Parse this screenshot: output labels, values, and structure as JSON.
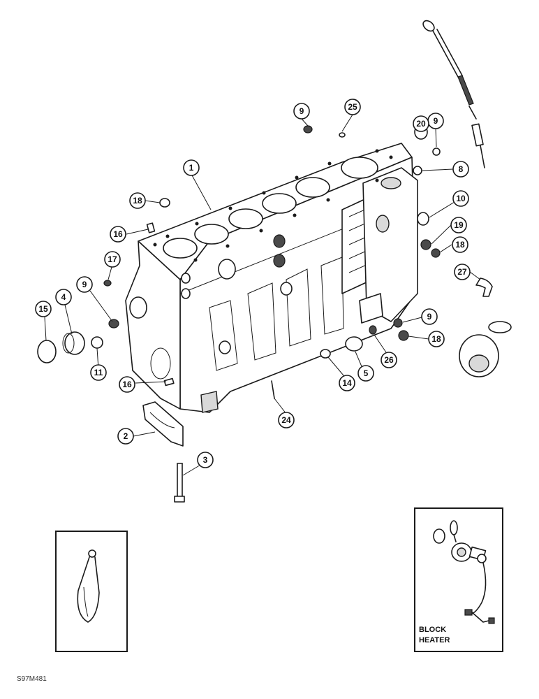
{
  "callouts": [
    {
      "id": "c1",
      "label": "1"
    },
    {
      "id": "c2",
      "label": "2"
    },
    {
      "id": "c3",
      "label": "3"
    },
    {
      "id": "c4",
      "label": "4"
    },
    {
      "id": "c5",
      "label": "5"
    },
    {
      "id": "c8",
      "label": "8"
    },
    {
      "id": "c9a",
      "label": "9"
    },
    {
      "id": "c9b",
      "label": "9"
    },
    {
      "id": "c9c",
      "label": "9"
    },
    {
      "id": "c9d",
      "label": "9"
    },
    {
      "id": "c10",
      "label": "10"
    },
    {
      "id": "c11",
      "label": "11"
    },
    {
      "id": "c14",
      "label": "14"
    },
    {
      "id": "c15",
      "label": "15"
    },
    {
      "id": "c16a",
      "label": "16"
    },
    {
      "id": "c16b",
      "label": "16"
    },
    {
      "id": "c17",
      "label": "17"
    },
    {
      "id": "c18a",
      "label": "18"
    },
    {
      "id": "c18b",
      "label": "18"
    },
    {
      "id": "c18c",
      "label": "18"
    },
    {
      "id": "c19",
      "label": "19"
    },
    {
      "id": "c20",
      "label": "20"
    },
    {
      "id": "c24",
      "label": "24"
    },
    {
      "id": "c25",
      "label": "25"
    },
    {
      "id": "c26",
      "label": "26"
    },
    {
      "id": "c27",
      "label": "27"
    }
  ],
  "inset_block_heater": {
    "line1": "BLOCK",
    "line2": "HEATER"
  },
  "figure_ref": "S97M481"
}
